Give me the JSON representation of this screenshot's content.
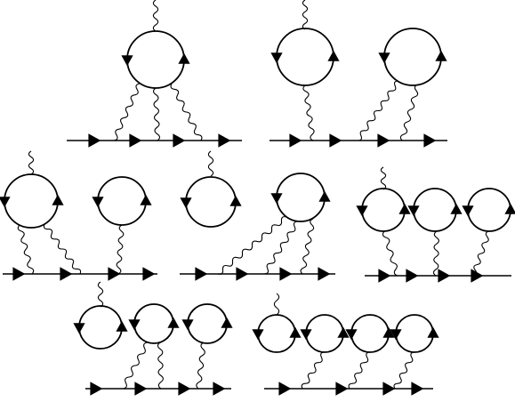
{
  "diagram": {
    "kind": "feynman-diagrams",
    "colors": {
      "ink": "#000000",
      "background": "#ffffff"
    },
    "panels": [
      {
        "name": "single-loop-three-couplings",
        "loops": 1,
        "external_wavy": true
      },
      {
        "name": "two-loops-one-plus-two-couplings",
        "loops": 2,
        "external_wavy": false
      },
      {
        "name": "two-loops-two-plus-one-couplings",
        "loops": 2,
        "external_wavy": true
      },
      {
        "name": "two-loops-zero-plus-three-couplings",
        "loops": 2,
        "external_wavy": true
      },
      {
        "name": "three-loops-one-each",
        "loops": 3,
        "external_wavy": true
      },
      {
        "name": "three-loops-zero-one-two",
        "loops": 3,
        "external_wavy": true
      },
      {
        "name": "four-loops-zero-one-one-one",
        "loops": 4,
        "external_wavy": true
      }
    ]
  }
}
